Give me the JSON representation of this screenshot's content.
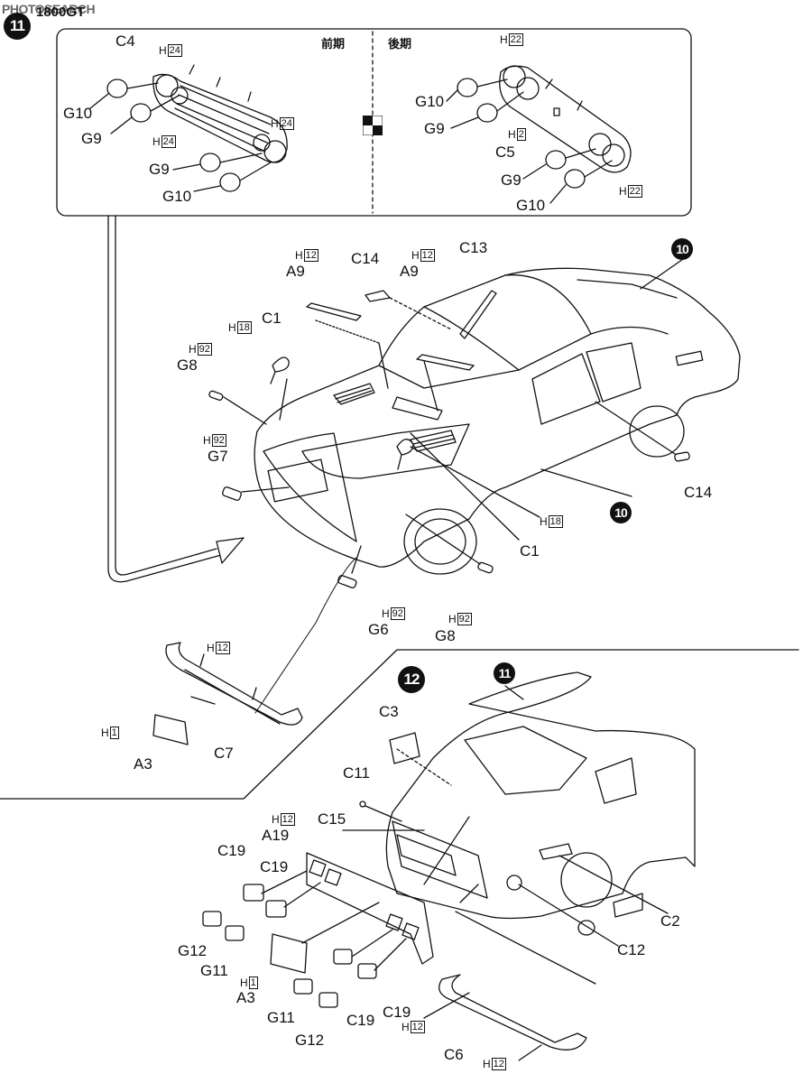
{
  "watermark": "PHOTOSEARCH",
  "model_title": "1800GT",
  "steps": {
    "s11": "11",
    "s10": "10",
    "s12": "12"
  },
  "inset": {
    "early_label": "前期",
    "late_label": "後期"
  },
  "labels": {
    "c4": "C4",
    "g10_a": "G10",
    "g9_a": "G9",
    "g9_b": "G9",
    "g10_b": "G10",
    "g10_c": "G10",
    "g9_c": "G9",
    "c5": "C5",
    "g9_d": "G9",
    "g10_d": "G10",
    "a9_a": "A9",
    "c14_a": "C14",
    "a9_b": "A9",
    "c13": "C13",
    "c1_a": "C1",
    "g8_a": "G8",
    "g7": "G7",
    "c14_b": "C14",
    "c1_b": "C1",
    "g6": "G6",
    "g8_b": "G8",
    "a3_a": "A3",
    "c7": "C7",
    "c3": "C3",
    "c11": "C11",
    "a19": "A19",
    "c15": "C15",
    "c19_a": "C19",
    "c19_b": "C19",
    "g12_a": "G12",
    "g11_a": "G11",
    "a3_b": "A3",
    "g11_b": "G11",
    "g12_b": "G12",
    "c19_c": "C19",
    "c19_d": "C19",
    "c2": "C2",
    "c12": "C12",
    "c6": "C6"
  },
  "hcodes": {
    "h24_a": "24",
    "h24_b": "24",
    "h24_c": "24",
    "h22_a": "22",
    "h2": "2",
    "h22_b": "22",
    "h12_a": "12",
    "h12_b": "12",
    "h18_a": "18",
    "h92_a": "92",
    "h92_b": "92",
    "h18_b": "18",
    "h92_c": "92",
    "h92_d": "92",
    "h12_c": "12",
    "h1_a": "1",
    "h12_d": "12",
    "h1_b": "1",
    "h12_e": "12",
    "h12_f": "12"
  },
  "h_prefix": "H",
  "icons": {
    "mode_icon": "checkered-icon"
  }
}
